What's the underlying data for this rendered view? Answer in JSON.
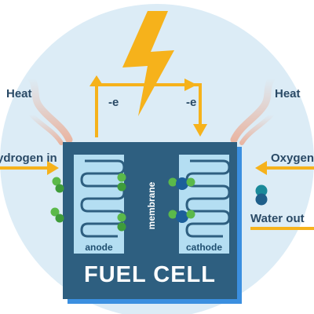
{
  "diagram": {
    "title": "FUEL CELL",
    "labels": {
      "heat_left": "Heat",
      "heat_right": "Heat",
      "hydrogen_in": "ydrogen in",
      "oxygen_in": "Oxygen",
      "water_out": "Water out",
      "electron_left": "-e",
      "electron_right": "-e",
      "anode": "anode",
      "cathode": "cathode",
      "membrane": "membrane"
    },
    "colors": {
      "background_circle": "#dcecf6",
      "cell_body": "#2e5f80",
      "cell_shadow": "#3b8fe0",
      "electrode": "#b4def2",
      "arrow": "#f6b21b",
      "lightning": "#f6b21b",
      "hydrogen_molecule": "#5bb94a",
      "oxygen_molecule": "#1c5f9a",
      "water_molecule": "#1a8a9a",
      "heat_wave": "#e9b6a3"
    }
  }
}
